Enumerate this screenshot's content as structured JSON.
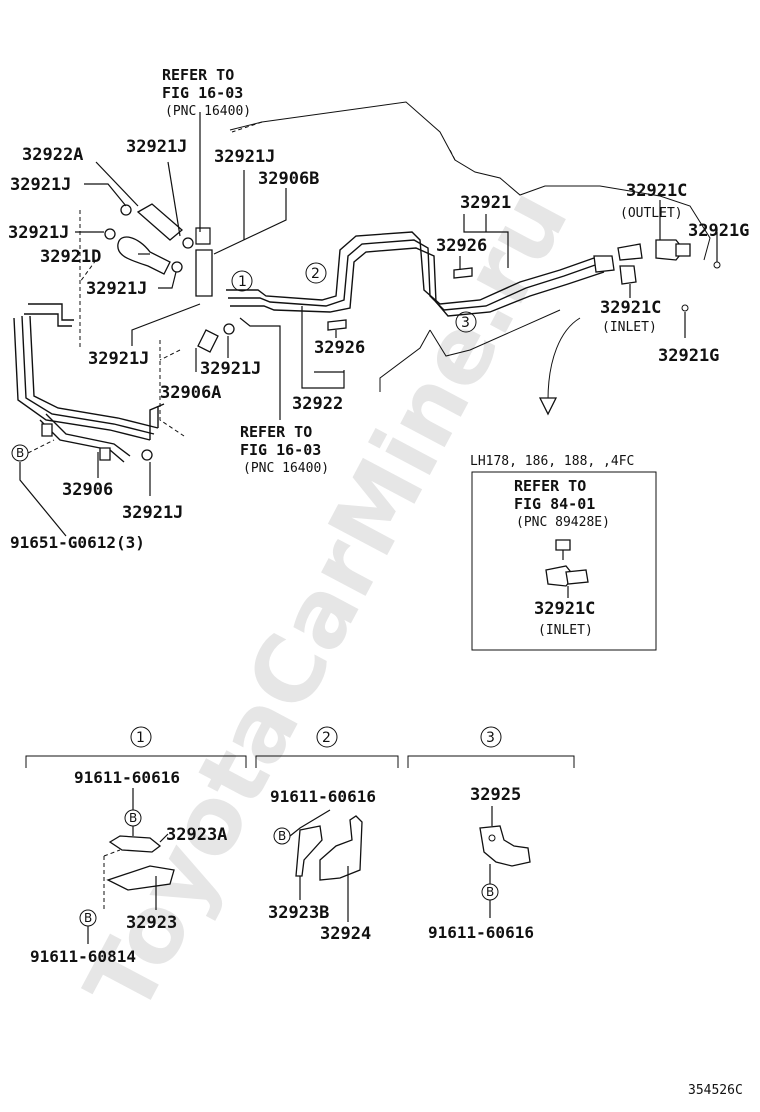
{
  "watermark": "ToyotaCarMine.ru",
  "diagram_id": "354526C",
  "refer_top": {
    "line1": "REFER TO",
    "line2": "FIG 16-03",
    "line3": "(PNC 16400)"
  },
  "refer_mid": {
    "line1": "REFER TO",
    "line2": "FIG 16-03",
    "line3": "(PNC 16400)"
  },
  "refer_inset": {
    "line1": "REFER TO",
    "line2": "FIG 84-01",
    "line3": "(PNC 89428E)"
  },
  "inset": {
    "title": "LH178, 186, 188, ,4FC",
    "part": "32921C",
    "note": "(INLET)"
  },
  "parts": {
    "p32922A": "32922A",
    "p32921J_a": "32921J",
    "p32921J_b": "32921J",
    "p32921J_c": "32921J",
    "p32921J_d": "32921J",
    "p32921D": "32921D",
    "p32921J_e": "32921J",
    "p32921J_f": "32921J",
    "p32921J_g": "32921J",
    "p32921J_h": "32921J",
    "p32906B": "32906B",
    "p32906A": "32906A",
    "p32906": "32906",
    "p91651": "91651-G0612(3)",
    "p32921": "32921",
    "p32926_a": "32926",
    "p32926_b": "32926",
    "p32922": "32922",
    "p32921C_out": "32921C",
    "outlet": "(OUTLET)",
    "p32921G_a": "32921G",
    "p32921C_in": "32921C",
    "inlet": "(INLET)",
    "p32921G_b": "32921G"
  },
  "circles": {
    "c1": "1",
    "c2": "2",
    "c3": "3"
  },
  "bolt_mark": "B",
  "detail": {
    "d1": {
      "num": "1",
      "bolt": "91611-60616",
      "bracket_a": "32923A",
      "bracket": "32923",
      "bolt2": "91611-60814"
    },
    "d2": {
      "num": "2",
      "bolt": "91611-60616",
      "bracket_b": "32923B",
      "bracket": "32924"
    },
    "d3": {
      "num": "3",
      "clamp": "32925",
      "bolt": "91611-60616"
    }
  }
}
